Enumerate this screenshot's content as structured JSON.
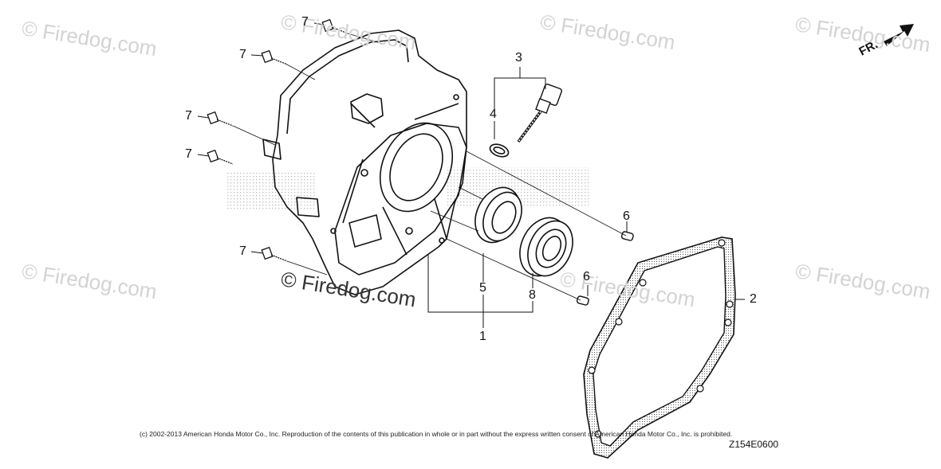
{
  "watermark": "© Firedog.com",
  "callouts": {
    "c1": "1",
    "c2": "2",
    "c3": "3",
    "c4": "4",
    "c5": "5",
    "c6a": "6",
    "c6b": "6",
    "c7a": "7",
    "c7b": "7",
    "c7c": "7",
    "c7d": "7",
    "c7e": "7",
    "c8": "8"
  },
  "direction_label": "FR.",
  "copyright": "(c) 2002-2013 American Honda Motor Co., Inc. Reproduction of the contents of this publication in whole or in part without the express written consent of American Honda Motor Co., Inc. is prohibited.",
  "figure_code": "Z154E0600",
  "colors": {
    "line": "#111111",
    "watermark": "#d3d3d3",
    "dots": "#bfbfbf"
  }
}
